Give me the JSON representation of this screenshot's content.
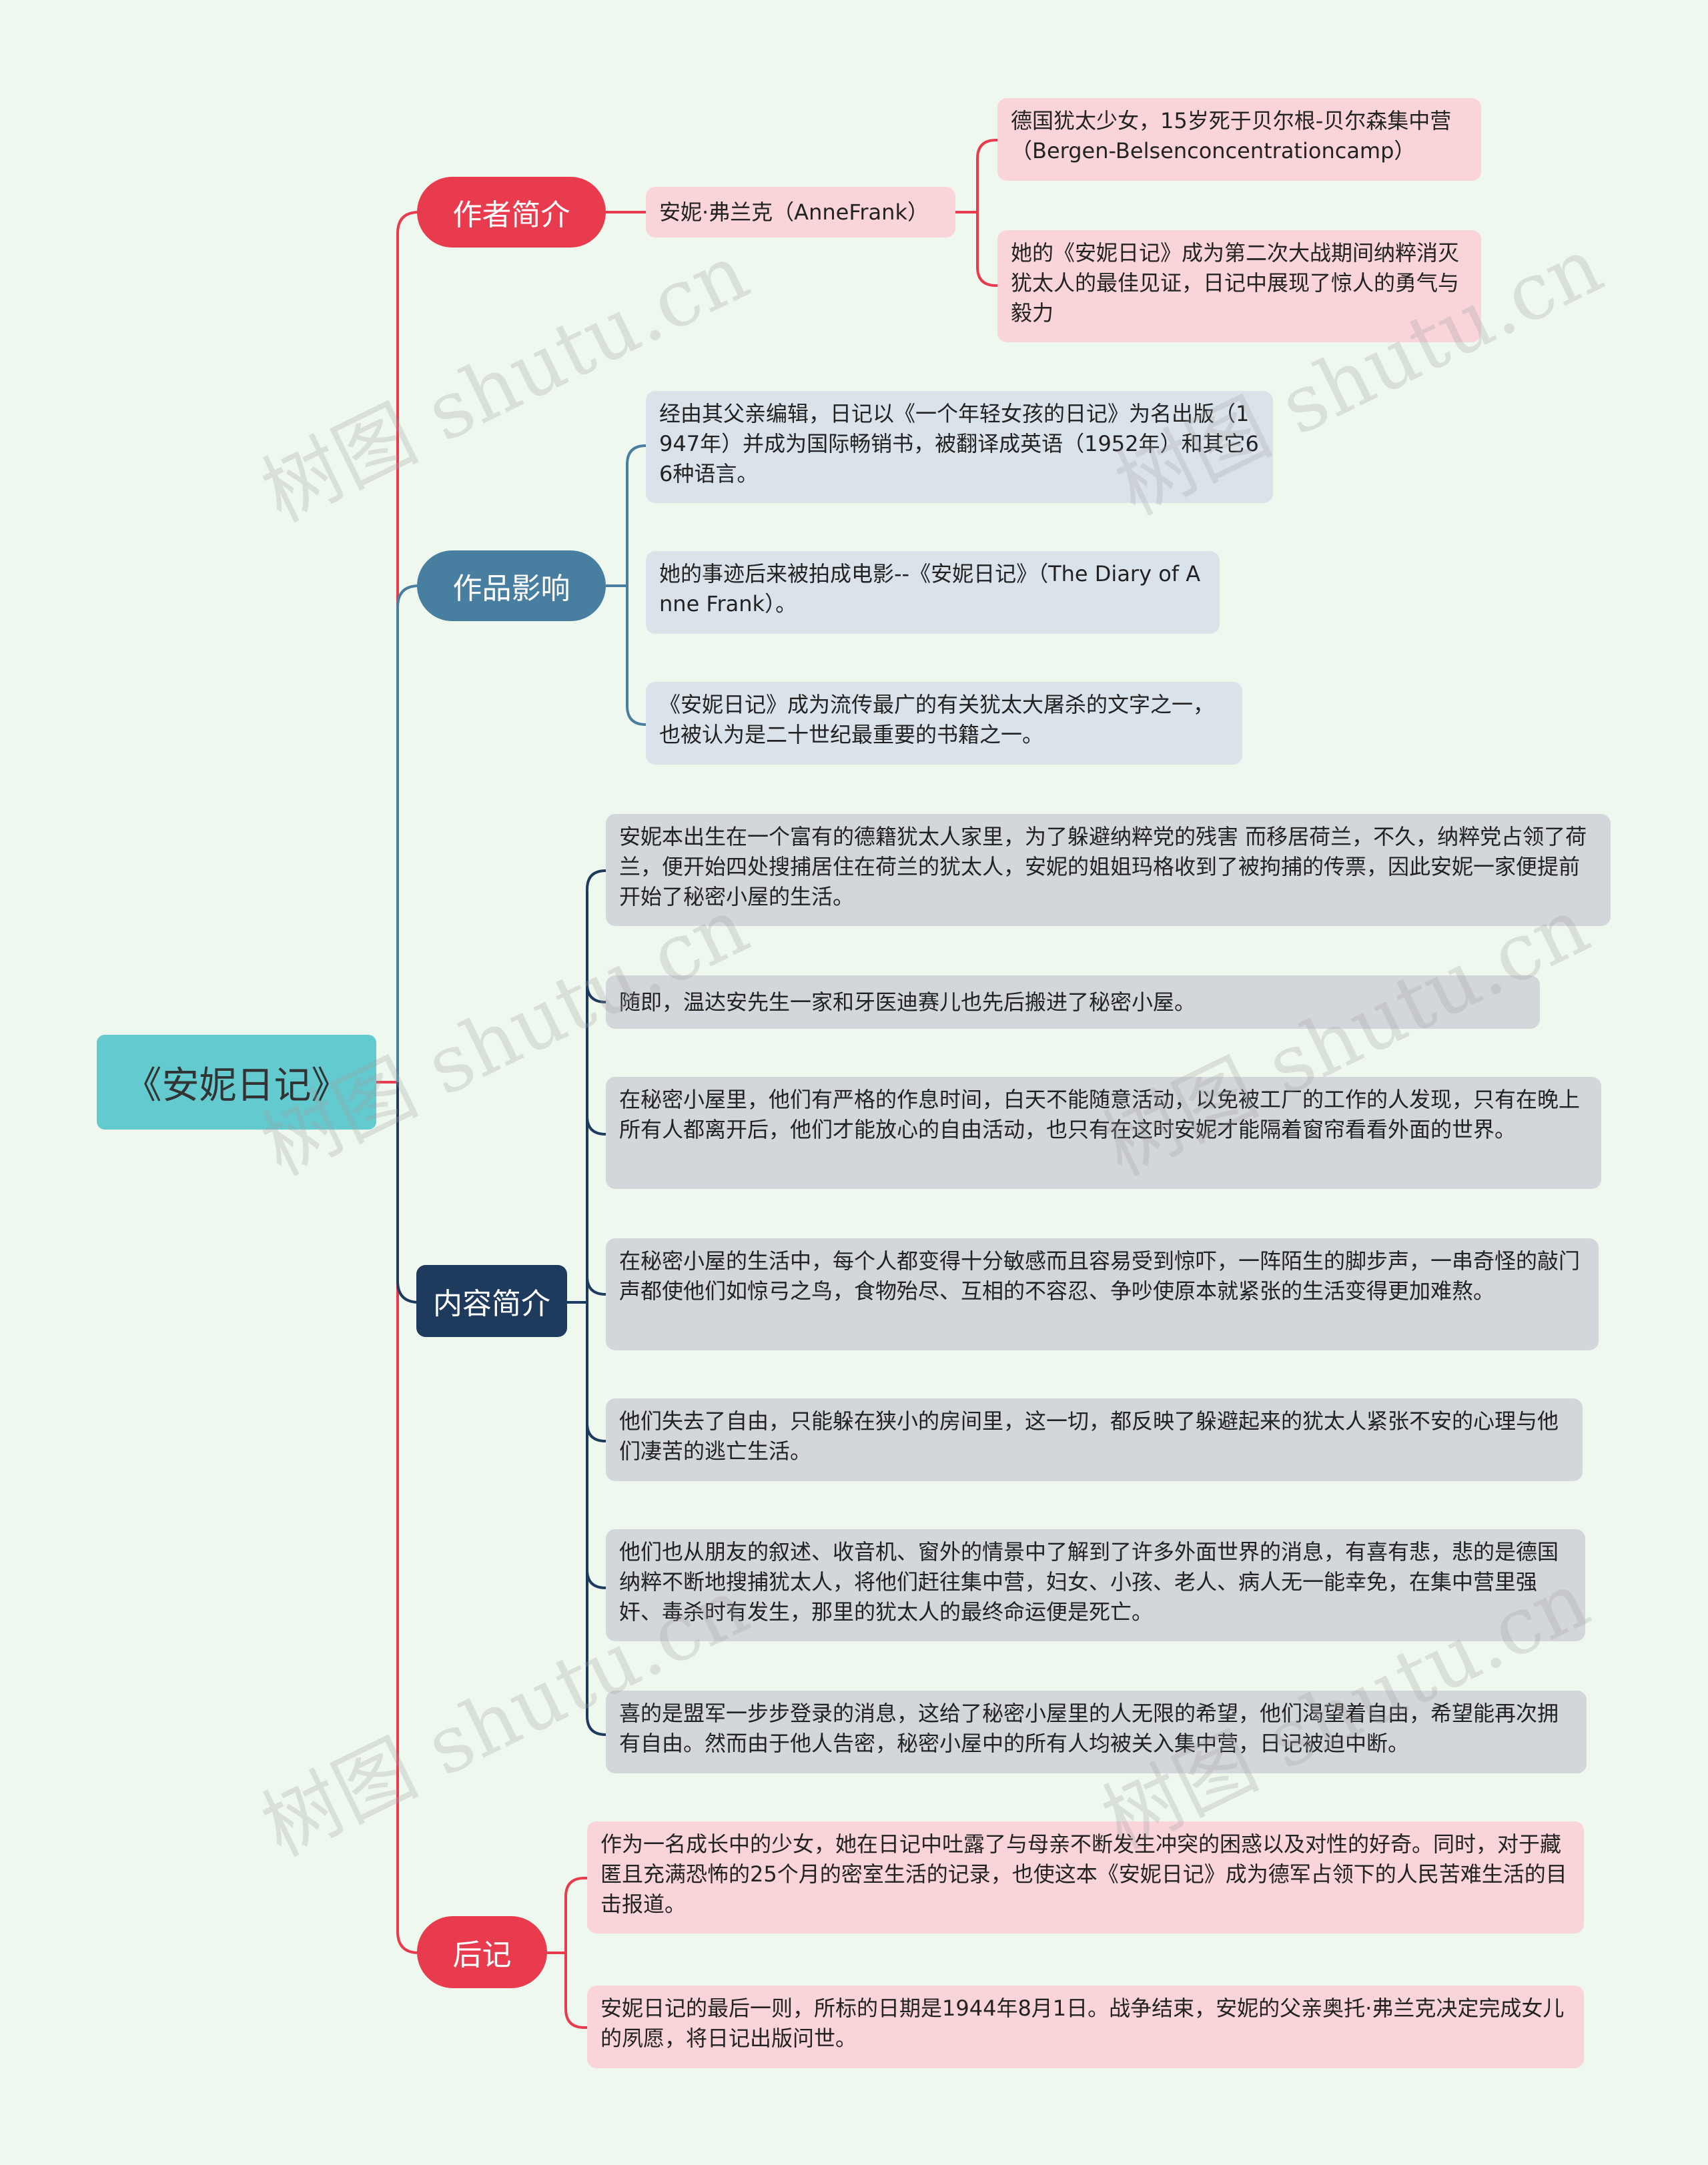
{
  "root": {
    "title": "《安妮日记》"
  },
  "branches": {
    "author": {
      "label": "作者简介",
      "name": "安妮·弗兰克（AnneFrank）",
      "details": [
        "德国犹太少女，15岁死于贝尔根-贝尔森集中营（Bergen-Belsenconcentrationcamp）",
        "她的《安妮日记》成为第二次大战期间纳粹消灭犹太人的最佳见证，日记中展现了惊人的勇气与毅力"
      ]
    },
    "impact": {
      "label": "作品影响",
      "items": [
        "经由其父亲编辑，日记以《一个年轻女孩的日记》为名出版（1947年）并成为国际畅销书，被翻译成英语（1952年）和其它66种语言。",
        "她的事迹后来被拍成电影--《安妮日记》（The Diary of Anne Frank）。",
        "《安妮日记》成为流传最广的有关犹太大屠杀的文字之一，也被认为是二十世纪最重要的书籍之一。"
      ]
    },
    "content": {
      "label": "内容简介",
      "items": [
        "安妮本出生在一个富有的德籍犹太人家里，为了躲避纳粹党的残害 而移居荷兰，不久，纳粹党占领了荷兰，便开始四处搜捕居住在荷兰的犹太人，安妮的姐姐玛格收到了被拘捕的传票，因此安妮一家便提前开始了秘密小屋的生活。",
        "随即，温达安先生一家和牙医迪赛儿也先后搬进了秘密小屋。",
        "在秘密小屋里，他们有严格的作息时间，白天不能随意活动，以免被工厂的工作的人发现，只有在晚上所有人都离开后，他们才能放心的自由活动，也只有在这时安妮才能隔着窗帘看看外面的世界。",
        "在秘密小屋的生活中，每个人都变得十分敏感而且容易受到惊吓，一阵陌生的脚步声，一串奇怪的敲门声都使他们如惊弓之鸟，食物殆尽、互相的不容忍、争吵使原本就紧张的生活变得更加难熬。",
        "他们失去了自由，只能躲在狭小的房间里，这一切，都反映了躲避起来的犹太人紧张不安的心理与他们凄苦的逃亡生活。",
        "他们也从朋友的叙述、收音机、窗外的情景中了解到了许多外面世界的消息，有喜有悲，悲的是德国纳粹不断地搜捕犹太人，将他们赶往集中营，妇女、小孩、老人、病人无一能幸免，在集中营里强奸、毒杀时有发生，那里的犹太人的最终命运便是死亡。",
        "喜的是盟军一步步登录的消息，这给了秘密小屋里的人无限的希望，他们渴望着自由，希望能再次拥有自由。然而由于他人告密，秘密小屋中的所有人均被关入集中营，日记被迫中断。"
      ]
    },
    "afterword": {
      "label": "后记",
      "items": [
        "作为一名成长中的少女，她在日记中吐露了与母亲不断发生冲突的困惑以及对性的好奇。同时，对于藏匿且充满恐怖的25个月的密室生活的记录，也使这本《安妮日记》成为德军占领下的人民苦难生活的目击报道。",
        "安妮日记的最后一则，所标的日期是1944年8月1日。战争结束，安妮的父亲奥托·弗兰克决定完成女儿的夙愿，将日记出版问世。"
      ]
    }
  },
  "watermark": "树图 shutu.cn",
  "colors": {
    "background": "#eff8ef",
    "root": "#63cacf",
    "red": "#e83b4e",
    "blue": "#487e9f",
    "navy": "#1e3a5c",
    "pink_leaf": "#f9d5da",
    "blue_leaf": "#dbe3ea",
    "gray_leaf": "#d3d6db"
  }
}
